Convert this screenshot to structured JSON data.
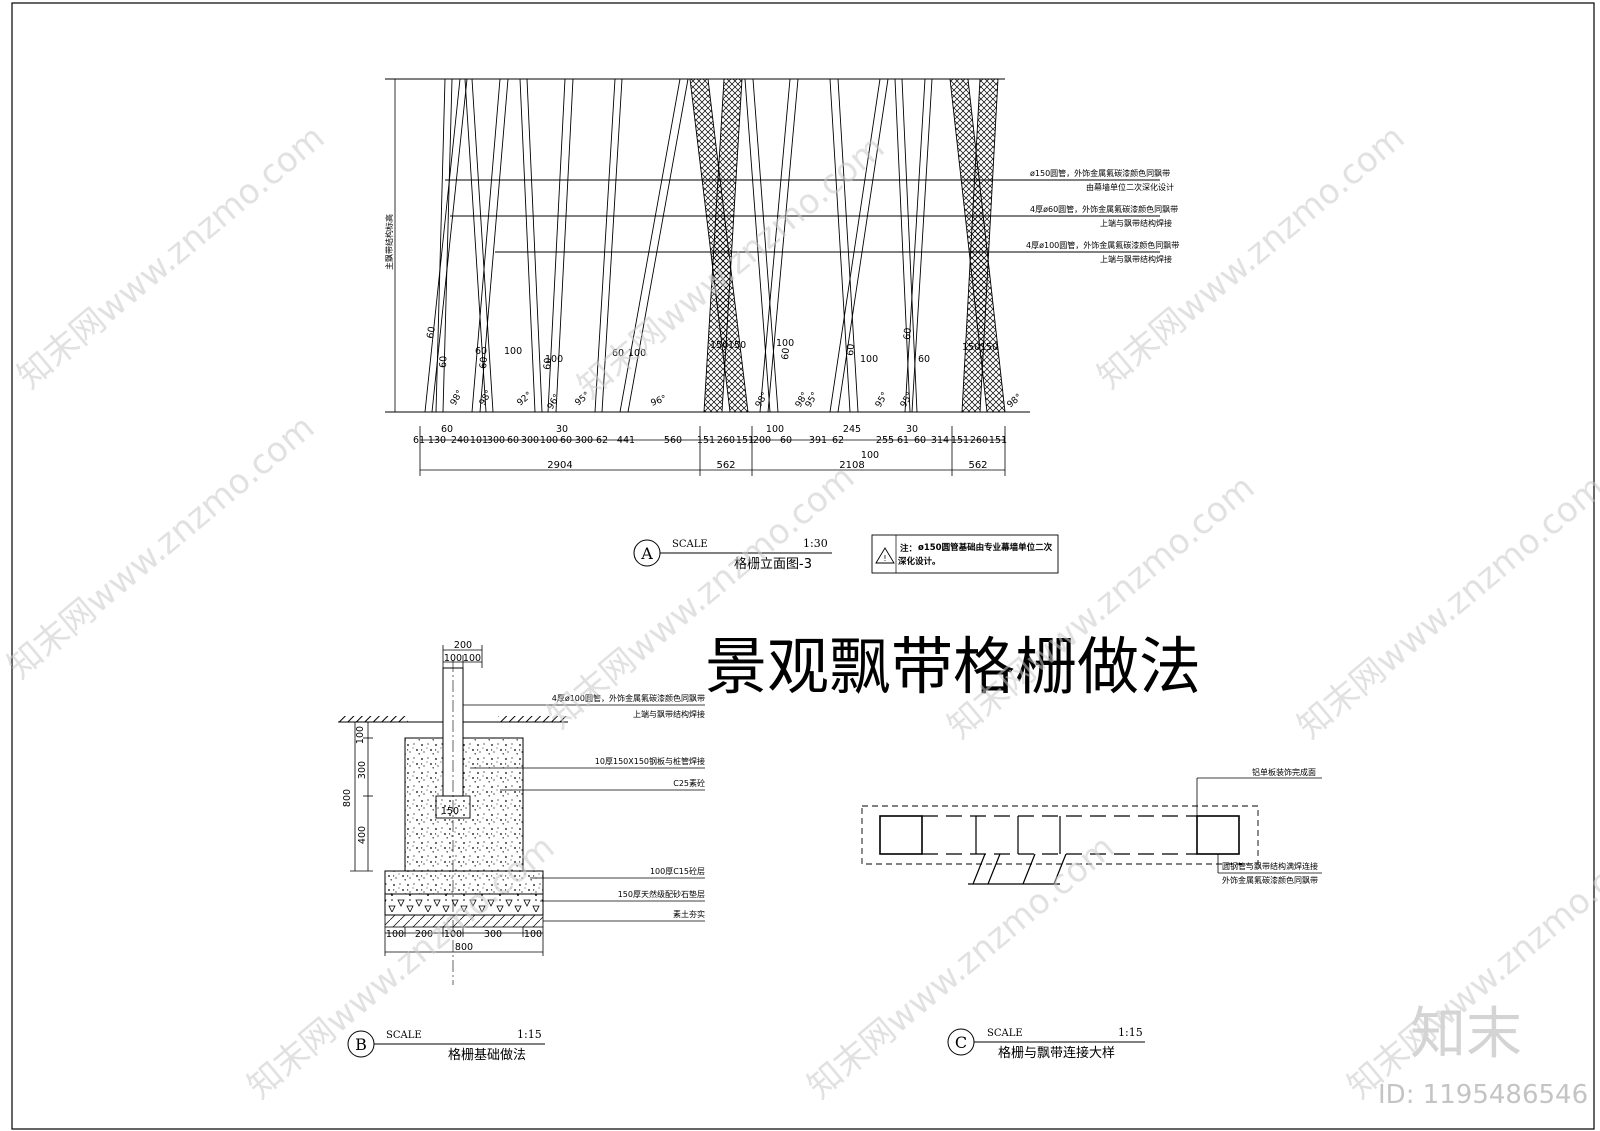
{
  "main_title": "景观飘带格栅做法",
  "watermark": {
    "text": "知末网www.znzmo.com",
    "brand": "知末",
    "id_label": "ID: 1195486546"
  },
  "drawing_a": {
    "letter": "A",
    "scale_label": "SCALE",
    "scale": "1:30",
    "title": "格栅立面图-3",
    "side_label": "主飘带结构标高",
    "callouts": [
      {
        "line1": "ø150圆管，外饰金属氟碳漆颜色同飘带",
        "line2": "由幕墙单位二次深化设计"
      },
      {
        "line1": "4厚ø60圆管，外饰金属氟碳漆颜色同飘带",
        "line2": "上端与飘带结构焊接"
      },
      {
        "line1": "4厚ø100圆管，外饰金属氟碳漆颜色同飘带",
        "line2": "上端与飘带结构焊接"
      }
    ],
    "pipe_labels": [
      {
        "text": "60"
      },
      {
        "text": "60"
      },
      {
        "text": "60"
      },
      {
        "text": "100"
      },
      {
        "text": "60"
      },
      {
        "text": "100"
      },
      {
        "text": "60"
      },
      {
        "text": "60"
      },
      {
        "text": "100"
      },
      {
        "text": "150"
      },
      {
        "text": "150"
      },
      {
        "text": "100"
      },
      {
        "text": "60"
      },
      {
        "text": "60"
      },
      {
        "text": "100"
      },
      {
        "text": "60"
      },
      {
        "text": "60"
      },
      {
        "text": "150"
      },
      {
        "text": "150"
      }
    ],
    "angles": [
      "98°",
      "98°",
      "92°",
      "96°",
      "95°",
      "96°",
      "98°",
      "98°",
      "95°",
      "95°",
      "95°",
      "98°"
    ],
    "dims_row1": [
      "61",
      "130",
      "240",
      "101",
      "300",
      "60",
      "300",
      "100",
      "60",
      "300",
      "62",
      "441",
      "560",
      "151",
      "260",
      "151",
      "200",
      "60",
      "391",
      "62",
      "255",
      "61",
      "60",
      "314",
      "151",
      "260",
      "151"
    ],
    "dims_mid": [
      "60",
      "30",
      "100",
      "245",
      "100",
      "30"
    ],
    "dims_row2": [
      "2904",
      "562",
      "2108",
      "562"
    ],
    "note": {
      "prefix": "注：",
      "text": "ø150圆管基础由专业幕墙单位二次深化设计。"
    }
  },
  "drawing_b": {
    "letter": "B",
    "scale_label": "SCALE",
    "scale": "1:15",
    "title": "格栅基础做法",
    "callouts": [
      {
        "text": "4厚ø100圆管，外饰金属氟碳漆颜色同飘带"
      },
      {
        "text": "上端与飘带结构焊接"
      },
      {
        "text": "10厚150X150钢板与桩管焊接"
      },
      {
        "text": "C25素砼"
      },
      {
        "text": "100厚C15砼层"
      },
      {
        "text": "150厚天然级配砂石垫层"
      },
      {
        "text": "素土夯实"
      }
    ],
    "dims_top": [
      "200",
      "100",
      "100"
    ],
    "dims_left": [
      "100",
      "300",
      "400"
    ],
    "dim_total_height": "800",
    "dim_inner": "150",
    "dims_bottom": [
      "100",
      "200",
      "100",
      "300",
      "100"
    ],
    "dim_total_width": "800"
  },
  "drawing_c": {
    "letter": "C",
    "scale_label": "SCALE",
    "scale": "1:15",
    "title": "格栅与飘带连接大样",
    "callouts": [
      {
        "text": "铝单板装饰完成面"
      },
      {
        "text": "圆钢管与飘带结构满焊连接"
      },
      {
        "text": "外饰金属氟碳漆颜色同飘带"
      }
    ]
  }
}
